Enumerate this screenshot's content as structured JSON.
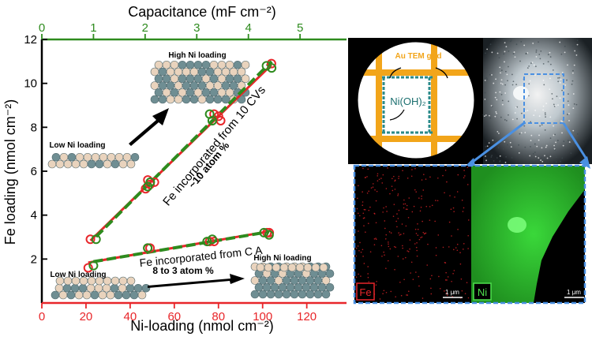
{
  "chart_data": {
    "type": "scatter",
    "title": "",
    "xlabel": "Ni-loading (nmol cm⁻²)",
    "ylabel": "Fe loading (nmol cm⁻²)",
    "x2label": "Capacitance (mF cm⁻²)",
    "xlim": [
      0,
      138
    ],
    "ylim": [
      0,
      12
    ],
    "x2lim": [
      0,
      5.9
    ],
    "xticks": [
      0,
      20,
      40,
      60,
      80,
      100,
      120
    ],
    "yticks": [
      2,
      4,
      6,
      8,
      10,
      12
    ],
    "x2ticks": [
      0,
      1,
      2,
      3,
      4,
      5
    ],
    "grid": false,
    "colors": {
      "ni_axis": "#e8262a",
      "cap_axis": "#2e8b1e",
      "ni_fit": "#e8262a",
      "cap_fit": "#2e8b1e"
    },
    "series": [
      {
        "x": [
          22,
          47,
          48,
          49,
          51,
          78,
          80,
          81,
          104
        ],
        "y": [
          2.9,
          5.2,
          5.6,
          5.4,
          5.5,
          8.6,
          8.5,
          8.3,
          10.9
        ]
      },
      {
        "x": [
          21,
          48,
          49,
          76,
          78,
          102,
          103
        ],
        "y": [
          1.6,
          2.5,
          2.5,
          2.8,
          2.8,
          3.2,
          3.2
        ]
      },
      {
        "x": [
          1.05,
          2.05,
          2.1,
          3.25,
          3.3,
          4.35,
          4.45
        ],
        "y": [
          2.9,
          5.3,
          5.5,
          8.6,
          8.3,
          10.8,
          10.7
        ],
        "axis": "x2"
      },
      {
        "x": [
          1.0,
          2.05,
          3.2,
          3.3,
          4.3,
          4.4
        ],
        "y": [
          1.7,
          2.5,
          2.8,
          2.9,
          3.2,
          3.1
        ],
        "axis": "x2"
      }
    ],
    "annotations": {
      "high_top": "High Ni loading",
      "low_top": "Low Ni loading",
      "fe_10cv": "Fe incorporated from 10 CVs",
      "atom10": "~10 atom %",
      "fe_ca": "Fe incorporated from C A",
      "atom8": "8 to 3 atom %",
      "low_bottom": "Low Ni loading",
      "high_bottom": "High Ni loading"
    }
  },
  "panels": {
    "grid_label": "Au TEM grid",
    "nioh_label": "Ni(OH)₂",
    "fe_label": "Fe",
    "ni_label": "Ni",
    "scale_fe": "1 μm",
    "scale_ni": "1 μm",
    "fe_color": "#e8262a",
    "ni_color": "#4ee04e",
    "dash_color": "#4a90e2",
    "grid_color": "#f2a51a"
  }
}
